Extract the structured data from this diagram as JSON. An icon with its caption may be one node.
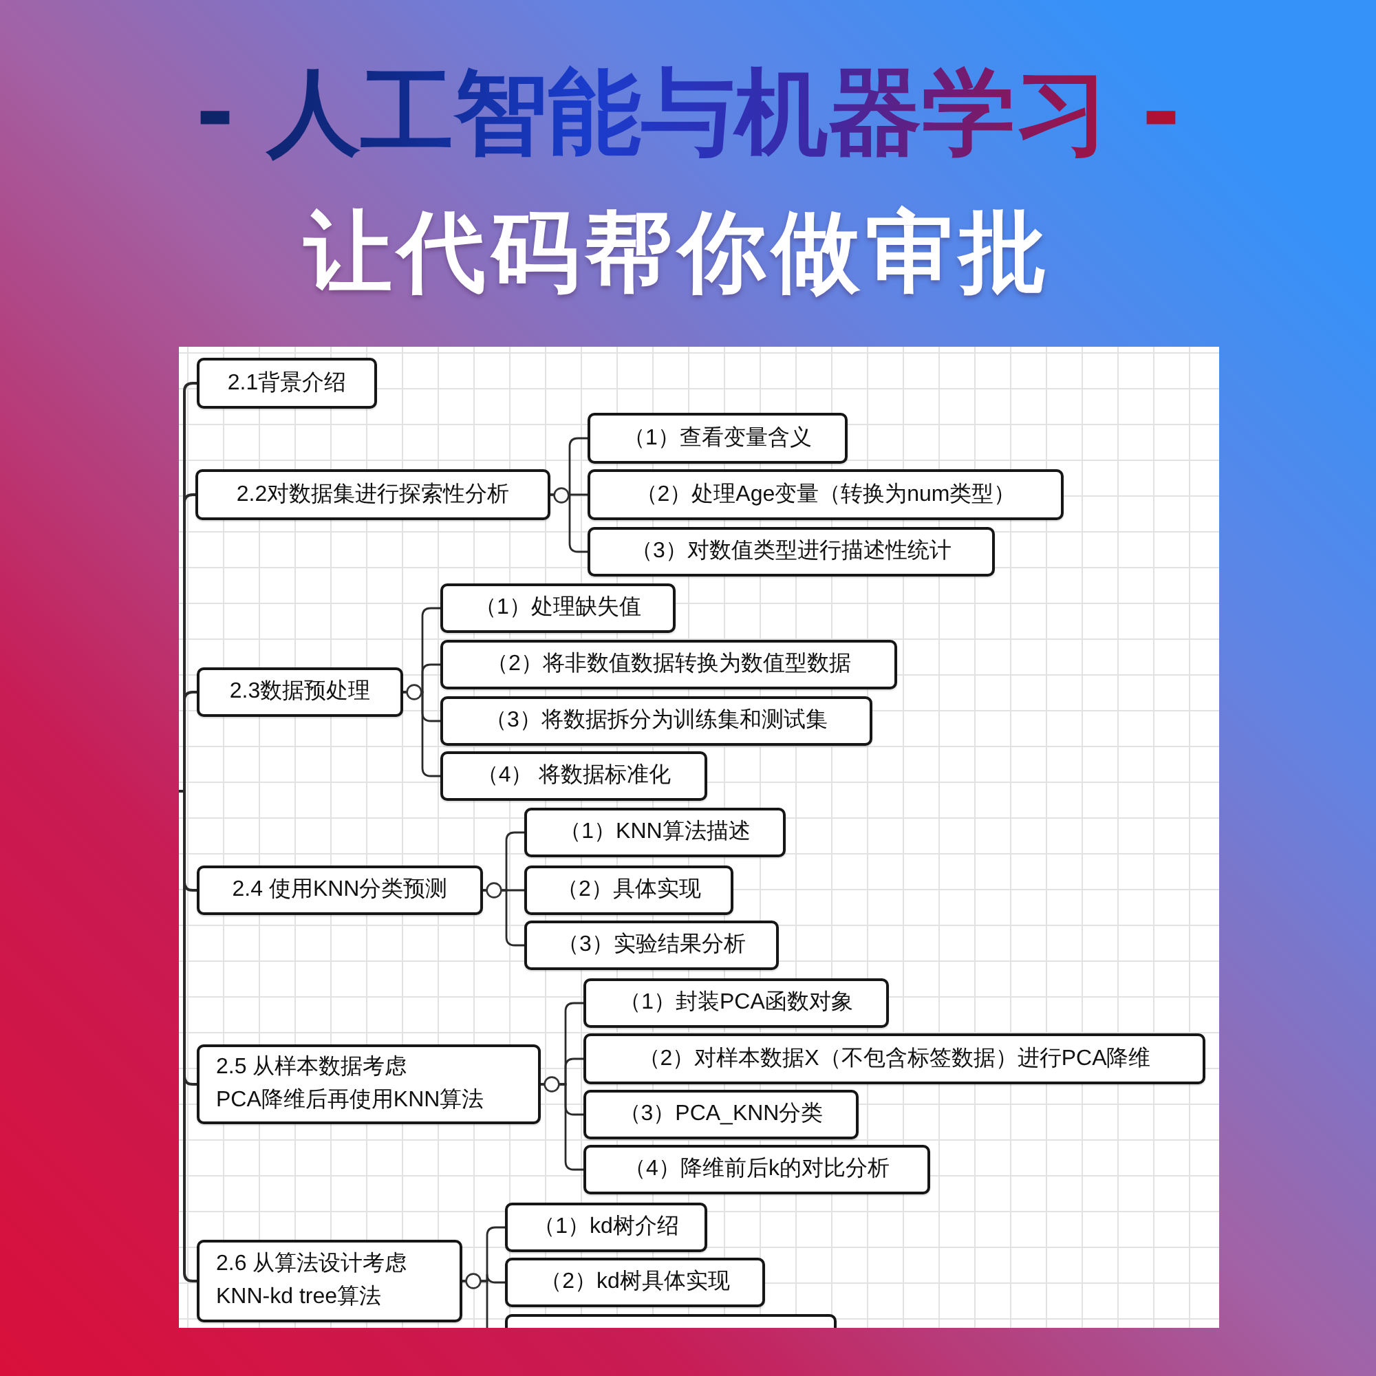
{
  "diagram": {
    "title": "- 人工智能与机器学习 -",
    "nodes": [
      {
        "text": [
          "2.1背景介绍"
        ]
      },
      {
        "text": [
          "2.2对数据集进行探索性分析"
        ]
      },
      {
        "text": [
          "（1）查看变量含义"
        ]
      },
      {
        "text": [
          "（2）处理Age变量（转换为num类型）"
        ]
      },
      {
        "text": [
          "（3）对数值类型进行描述性统计"
        ]
      },
      {
        "text": [
          "2.3数据预处理"
        ]
      },
      {
        "text": [
          "（1）处理缺失值"
        ]
      },
      {
        "text": [
          "（2）将非数值数据转换为数值型数据"
        ]
      },
      {
        "text": [
          "（3）将数据拆分为训练集和测试集"
        ]
      },
      {
        "text": [
          "（4） 将数据标准化"
        ]
      },
      {
        "text": [
          "2.4 使用KNN分类预测"
        ]
      },
      {
        "text": [
          "（1）KNN算法描述"
        ]
      },
      {
        "text": [
          "（2）具体实现"
        ]
      },
      {
        "text": [
          "（3）实验结果分析"
        ]
      },
      {
        "text": [
          "2.5 从样本数据考虑 PCA降维后再使用KNN算法"
        ]
      },
      {
        "text": [
          "（1）封装PCA函数对象"
        ]
      },
      {
        "text": [
          "（2）对样本数据X（不包含标签数据）进行PCA降维"
        ]
      },
      {
        "text": [
          "（3）PCA_KNN分类"
        ]
      },
      {
        "text": [
          "（4）降维前后k的对比分析"
        ]
      },
      {
        "text": [
          "2.6 从算法设计考虑 KNN-kd tree算法"
        ]
      },
      {
        "text": [
          "（1）kd树介绍"
        ]
      },
      {
        "text": [
          "（2）kd树具体实现"
        ]
      },
      {
        "text": [],
        "shape": "box"
      }
    ],
    "edges": [
      {
        "from": null,
        "to": 0,
        "arrow": "none"
      },
      {
        "from": null,
        "to": 1,
        "arrow": "none"
      },
      {
        "from": null,
        "to": 5,
        "arrow": "none"
      },
      {
        "from": null,
        "to": 10,
        "arrow": "none"
      },
      {
        "from": null,
        "to": 14,
        "arrow": "none"
      },
      {
        "from": null,
        "to": 19,
        "arrow": "none"
      },
      {
        "from": 1,
        "to": 2,
        "arrow": "none"
      },
      {
        "from": 1,
        "to": 3,
        "arrow": "none"
      },
      {
        "from": 1,
        "to": 4,
        "arrow": "none"
      },
      {
        "from": 5,
        "to": 6,
        "arrow": "none"
      },
      {
        "from": 5,
        "to": 7,
        "arrow": "none"
      },
      {
        "from": 5,
        "to": 8,
        "arrow": "none"
      },
      {
        "from": 5,
        "to": 9,
        "arrow": "none"
      },
      {
        "from": 10,
        "to": 11,
        "arrow": "none"
      },
      {
        "from": 10,
        "to": 12,
        "arrow": "none"
      },
      {
        "from": 10,
        "to": 13,
        "arrow": "none"
      },
      {
        "from": 14,
        "to": 15,
        "arrow": "none"
      },
      {
        "from": 14,
        "to": 16,
        "arrow": "none"
      },
      {
        "from": 14,
        "to": 17,
        "arrow": "none"
      },
      {
        "from": 14,
        "to": 18,
        "arrow": "none"
      },
      {
        "from": 19,
        "to": 20,
        "arrow": "none"
      },
      {
        "from": 19,
        "to": 21,
        "arrow": "none"
      },
      {
        "from": 19,
        "to": 22,
        "arrow": "none"
      }
    ],
    "labels": [
      "让代码帮你做审批"
    ]
  }
}
